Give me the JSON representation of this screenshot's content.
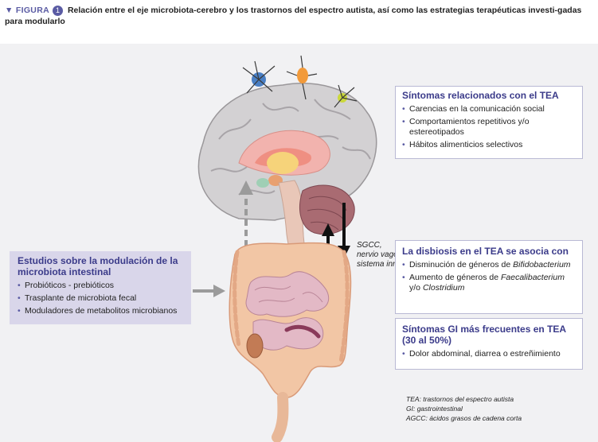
{
  "header": {
    "figure_label": "▼ FIGURA",
    "figure_number": "1",
    "title": "Relación entre el eje microbiota-cerebro y los trastornos del espectro autista, así como las estrategias terapéuticas investi-gadas para modularlo"
  },
  "axis_label": {
    "line1": "SGCC,",
    "line2": "nervio vago,",
    "line3": "sistema inmunitario"
  },
  "sintomas_box": {
    "title": "Síntomas relacionados con el TEA",
    "items": [
      "Carencias en la comunicación social",
      "Comportamientos repetitivos y/o estereotipados",
      "Hábitos alimenticios selectivos"
    ]
  },
  "disbiosis_box": {
    "title": "La disbiosis en el TEA se asocia con",
    "item1_prefix": "Disminución de géneros de ",
    "item1_italic": "Bifidobacterium",
    "item2_prefix": "Aumento de géneros de ",
    "item2_italic1": "Faecalibacterium",
    "item2_mid": " y/o ",
    "item2_italic2": "Clostridium"
  },
  "gi_box": {
    "title": "Síntomas GI más frecuentes en TEA (30 al 50%)",
    "items": [
      "Dolor abdominal, diarrea o estreñimiento"
    ]
  },
  "estudios_box": {
    "title": "Estudios sobre la modulación de la microbiota intestinal",
    "items": [
      "Probióticos - prebióticos",
      "Trasplante de microbiota fecal",
      "Moduladores de metabolitos microbianos"
    ]
  },
  "footnotes": {
    "line1": "TEA: trastornos del espectro autista",
    "line2": "GI: gastrointestinal",
    "line3": "AGCC: ácidos grasos de cadena corta"
  },
  "colors": {
    "accent": "#5a5ba3",
    "box_title": "#3b3b8a",
    "panel_bg": "#f1f1f3",
    "estudios_bg": "#d9d6ea"
  }
}
